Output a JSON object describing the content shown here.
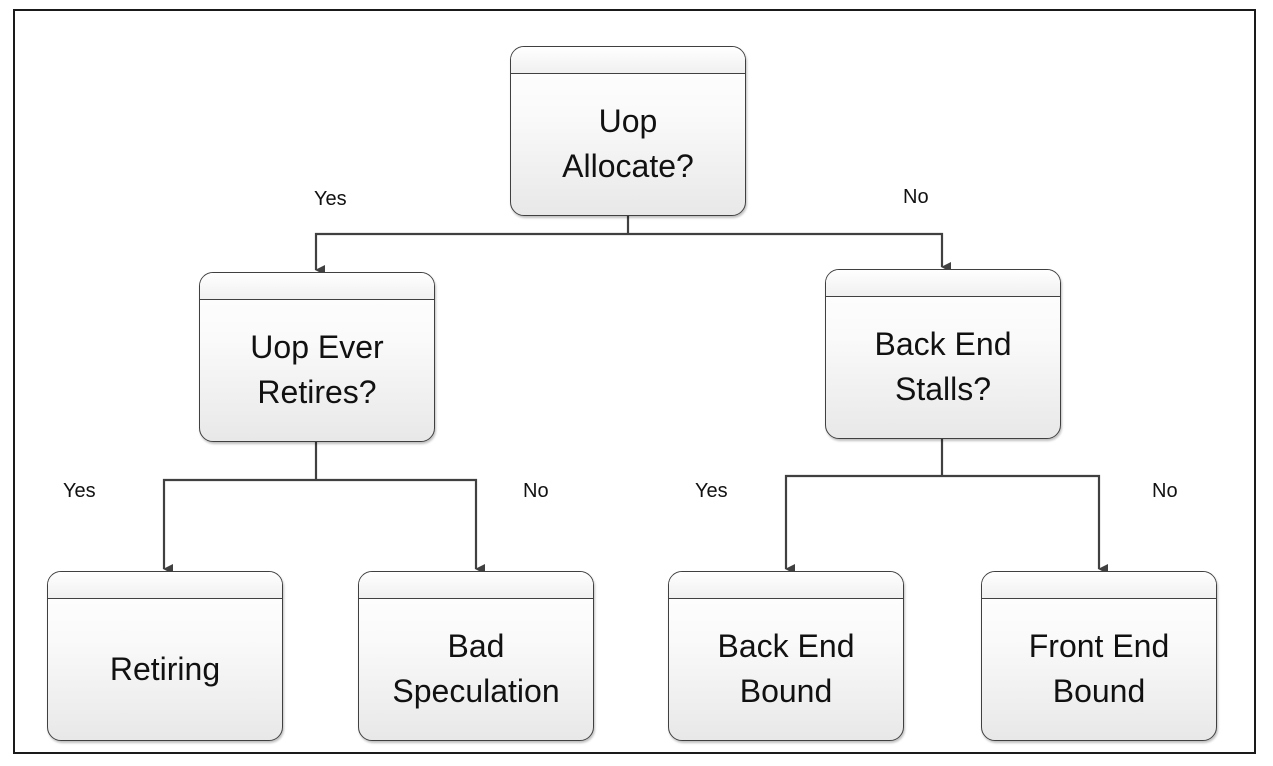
{
  "nodes": {
    "root": "Uop\nAllocate?",
    "left": "Uop Ever\nRetires?",
    "right": "Back End\nStalls?",
    "leaf_retiring": "Retiring",
    "leaf_bad_spec": "Bad\nSpeculation",
    "leaf_back_end_bound": "Back End\nBound",
    "leaf_front_end_bound": "Front End\nBound"
  },
  "edges": {
    "root_yes": "Yes",
    "root_no": "No",
    "left_yes": "Yes",
    "left_no": "No",
    "right_yes": "Yes",
    "right_no": "No"
  },
  "colors": {
    "line": "#404040",
    "border": "#1a1a1a"
  }
}
